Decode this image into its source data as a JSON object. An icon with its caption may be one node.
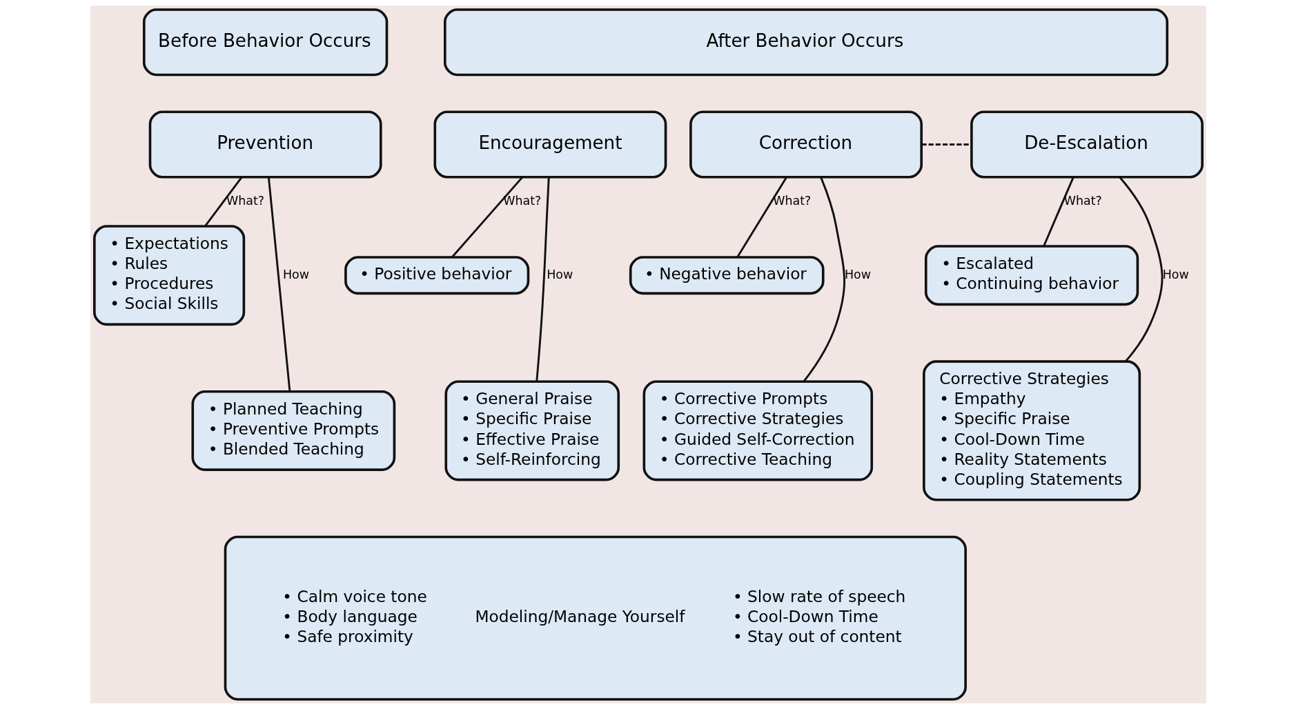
{
  "diagram": {
    "nodes": [
      {
        "text": [
          "Before Behavior Occurs"
        ]
      },
      {
        "text": [
          "After Behavior Occurs"
        ]
      },
      {
        "text": [
          "Prevention"
        ]
      },
      {
        "text": [
          "Encouragement"
        ]
      },
      {
        "text": [
          "Correction"
        ]
      },
      {
        "text": [
          "De-Escalation"
        ]
      },
      {
        "text": [
          "• Expectations",
          "• Rules",
          "• Procedures",
          "• Social Skills"
        ]
      },
      {
        "text": [
          "• Planned Teaching",
          "• Preventive Prompts",
          "• Blended Teaching"
        ]
      },
      {
        "text": [
          "• Positive behavior"
        ]
      },
      {
        "text": [
          "• General Praise",
          "• Specific Praise",
          "• Effective Praise",
          "• Self-Reinforcing"
        ]
      },
      {
        "text": [
          "• Negative behavior"
        ]
      },
      {
        "text": [
          "• Corrective Prompts",
          "• Corrective Strategies",
          "• Guided Self-Correction",
          "• Corrective Teaching"
        ]
      },
      {
        "text": [
          "• Escalated",
          "• Continuing behavior"
        ]
      },
      {
        "text": [
          "Corrective Strategies",
          "• Empathy",
          "• Specific Praise",
          "• Cool-Down Time",
          "• Reality Statements",
          "• Coupling Statements"
        ]
      },
      {
        "text": [
          "• Calm voice tone",
          "• Body language",
          "• Safe proximity",
          "Modeling/Manage Yourself",
          "• Slow rate of speech",
          "• Cool-Down Time",
          "• Stay out of content"
        ]
      }
    ],
    "edges": [
      {
        "from": 2,
        "to": 6,
        "arrow": "none",
        "label": "What?"
      },
      {
        "from": 2,
        "to": 7,
        "arrow": "none",
        "label": "How"
      },
      {
        "from": 3,
        "to": 8,
        "arrow": "none",
        "label": "What?"
      },
      {
        "from": 3,
        "to": 9,
        "arrow": "none",
        "label": "How"
      },
      {
        "from": 4,
        "to": 10,
        "arrow": "none",
        "label": "What?"
      },
      {
        "from": 4,
        "to": 11,
        "arrow": "none",
        "label": "How"
      },
      {
        "from": 4,
        "to": 5,
        "arrow": "none",
        "style": "dashed"
      },
      {
        "from": 5,
        "to": 12,
        "arrow": "none",
        "label": "What?"
      },
      {
        "from": 5,
        "to": 13,
        "arrow": "none",
        "label": "How"
      }
    ]
  }
}
